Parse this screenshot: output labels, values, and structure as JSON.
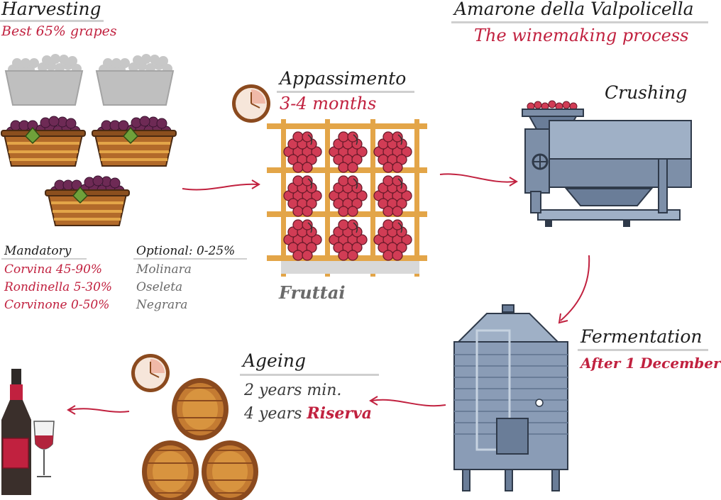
{
  "header": {
    "title": "Amarone della Valpolicella",
    "subtitle": "The winemaking process"
  },
  "harvesting": {
    "title": "Harvesting",
    "note": "Best 65% grapes",
    "mandatory_title": "Mandatory",
    "mandatory": [
      "Corvina 45-90%",
      "Rondinella 5-30%",
      "Corvinone 0-50%"
    ],
    "optional_title": "Optional: 0-25%",
    "optional": [
      "Molinara",
      "Oseleta",
      "Negrara"
    ]
  },
  "appassimento": {
    "title": "Appassimento",
    "duration": "3-4 months",
    "rack_label": "Fruttai"
  },
  "crushing": {
    "title": "Crushing"
  },
  "fermentation": {
    "title": "Fermentation",
    "note": "After 1 December"
  },
  "ageing": {
    "title": "Ageing",
    "line1": "2 years min.",
    "line2_prefix": "4 years",
    "line2_highlight": "Riserva"
  },
  "colors": {
    "accent_red": "#c1213f",
    "text_dark": "#1d1d1d",
    "text_gray": "#6a6a6a",
    "wood": "#e3a548",
    "steel": "#7d8fa8",
    "grape": "#d13c55"
  },
  "icons": [
    "clock-icon",
    "grape-basket-icon",
    "drying-rack-icon",
    "crusher-machine-icon",
    "fermentation-tank-icon",
    "barrel-icon",
    "wine-bottle-icon",
    "wine-glass-icon"
  ]
}
